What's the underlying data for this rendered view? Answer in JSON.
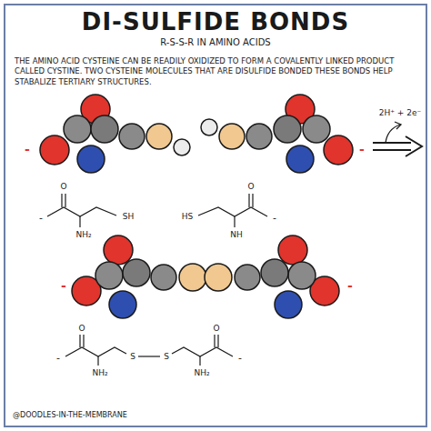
{
  "diagram": {
    "title": "DI-SULFIDE BONDS",
    "labels": [
      "R-S-S-R IN AMINO ACIDS",
      "THE AMINO ACID CYSTEINE CAN BE READILY OXIDIZED TO FORM A COVALENTLY LINKED PRODUCT CALLED CYSTINE. TWO CYSTEINE MOLECULES THAT ARE DISULFIDE BONDED THESE BONDS HELP STABALIZE TERTIARY STRUCTURES.",
      "-",
      "-",
      "2H⁺ + 2e⁻",
      "O",
      "-",
      "SH",
      "NH₂",
      "HS",
      "O",
      "-",
      "NH",
      "-",
      "-",
      "O",
      "-",
      "NH₂",
      "S",
      "S",
      "NH₂",
      "O",
      "-",
      "@DOODLES-IN-THE-MEMBRANE"
    ]
  }
}
